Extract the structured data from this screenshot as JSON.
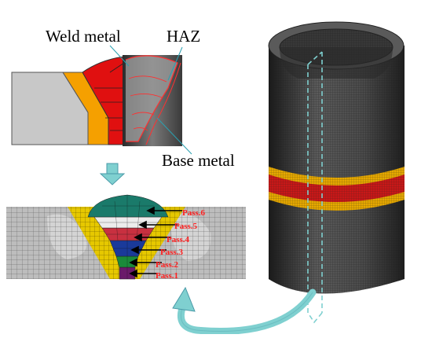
{
  "labels": {
    "weld_metal": "Weld metal",
    "haz": "HAZ",
    "base_metal": "Base metal"
  },
  "passes": [
    "Pass.1",
    "Pass.2",
    "Pass.3",
    "Pass.4",
    "Pass.5",
    "Pass.6"
  ],
  "colors": {
    "base_plate": "#c8c8c8",
    "haz_band": "#f5a000",
    "weld_red": "#e01010",
    "pass_label": "#ff2020",
    "mesh_line": "#3a3a3a",
    "teal_arrow": "#7fd0d0",
    "cylinder": "#4a4a4a",
    "pass_colors": [
      "#6a1a6a",
      "#1a8a3a",
      "#1a3a9a",
      "#c83040",
      "#e89090",
      "#1a7a6a"
    ]
  }
}
